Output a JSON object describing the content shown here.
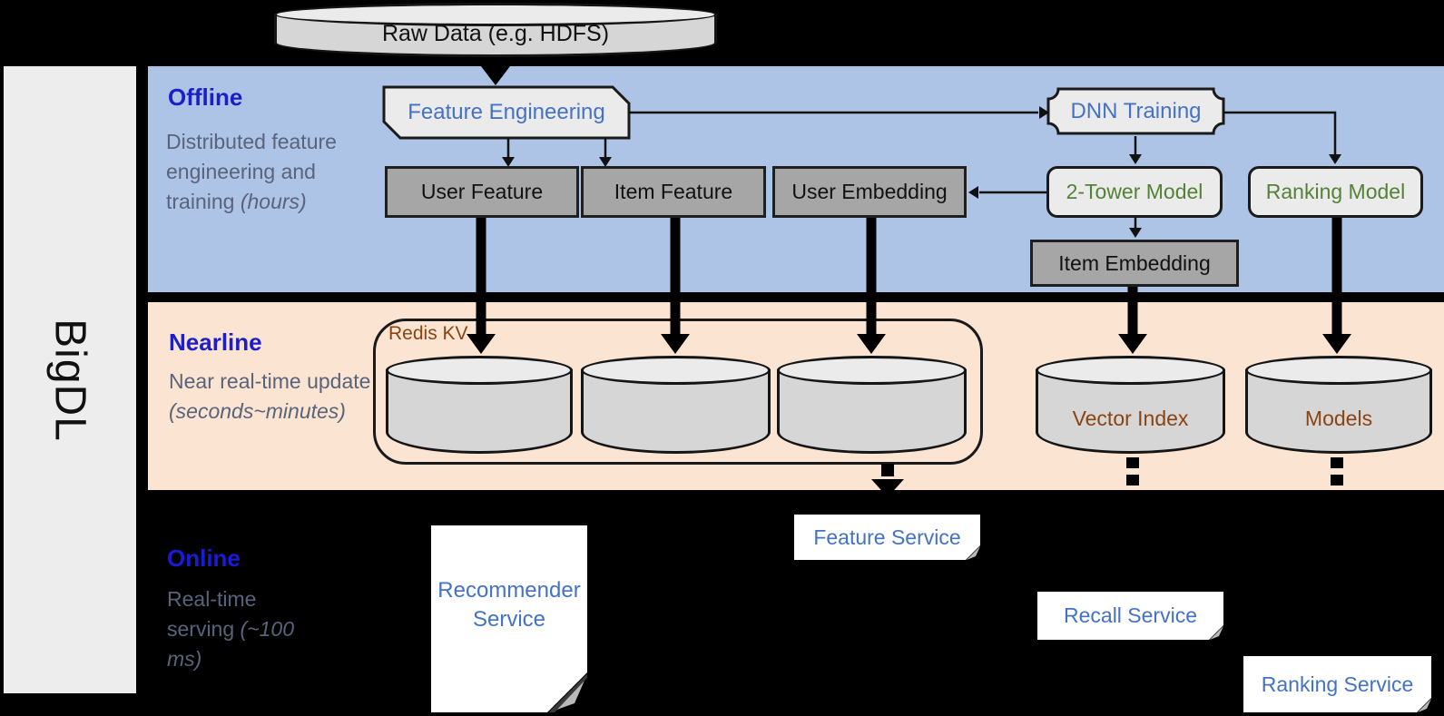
{
  "stage": {
    "label": "BigDL"
  },
  "raw_data": {
    "label": "Raw Data (e.g. HDFS)"
  },
  "bands": {
    "offline": {
      "label": "Offline",
      "description": "Distributed feature engineering and training",
      "duration": "(hours)"
    },
    "nearline": {
      "label": "Nearline",
      "description": "Near real-time update",
      "duration": "(seconds~minutes)"
    },
    "online": {
      "label": "Online",
      "description": "Real-time serving",
      "duration": "(~100 ms)"
    }
  },
  "offline_nodes": {
    "feature_engineering": "Feature Engineering",
    "dnn_training": "DNN Training",
    "user_feature": "User Feature",
    "item_feature": "Item Feature",
    "user_embedding": "User Embedding",
    "two_tower_model": "2-Tower Model",
    "ranking_model": "Ranking Model",
    "item_embedding": "Item Embedding"
  },
  "nearline_nodes": {
    "redis_kv": "Redis KV",
    "vector_index": "Vector Index",
    "models": "Models"
  },
  "online_nodes": {
    "recommender_service": "Recommender Service",
    "feature_service": "Feature Service",
    "recall_service": "Recall Service",
    "ranking_service": "Ranking Service"
  },
  "colors": {
    "background": "#000000",
    "offline_band": "#adc4e6",
    "nearline_band": "#fce4d3",
    "stage_bar": "#ededed",
    "gray_node": "#a6a6a6",
    "light_node": "#ebebeb",
    "band_title_blue": "#1e1ec8",
    "node_text_blue": "#4472c4",
    "model_text_green": "#538235",
    "storage_text_brown": "#8a4412",
    "description_gray": "#59637a"
  }
}
